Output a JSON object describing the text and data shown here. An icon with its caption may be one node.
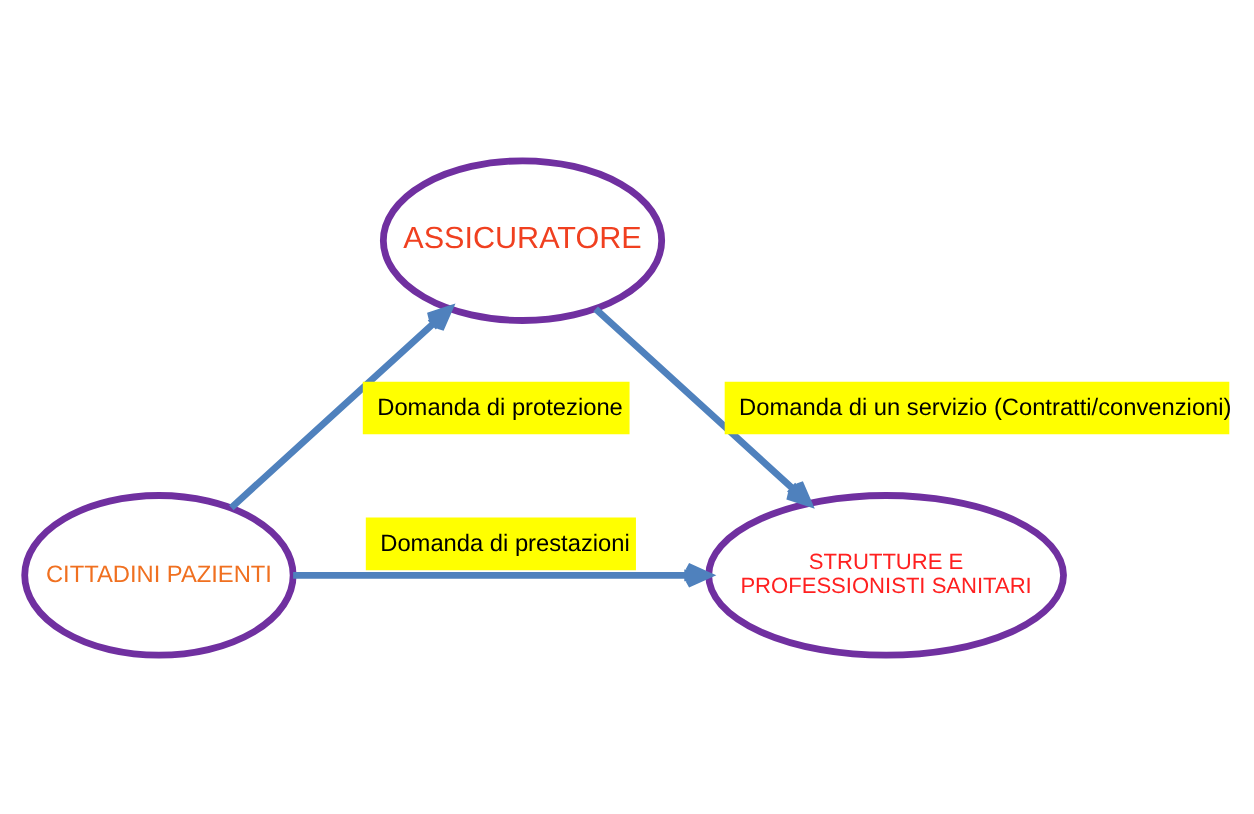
{
  "diagram": {
    "nodes": [
      {
        "text": [
          "ASSICURATORE"
        ]
      },
      {
        "text": [
          "STRUTTURE E PROFESSIONISTI SANITARI"
        ]
      },
      {
        "text": [
          "CITTADINI PAZIENTI"
        ]
      }
    ],
    "edges": [
      {
        "from": 0,
        "to": 1,
        "arrow": "to",
        "label": "Domanda di un servizio (Contratti/convenzioni)"
      },
      {
        "from": 2,
        "to": 0,
        "arrow": "to",
        "label": "Domanda di protezione"
      },
      {
        "from": 2,
        "to": 1,
        "arrow": "to",
        "label": "Domanda di prestazioni"
      }
    ]
  }
}
